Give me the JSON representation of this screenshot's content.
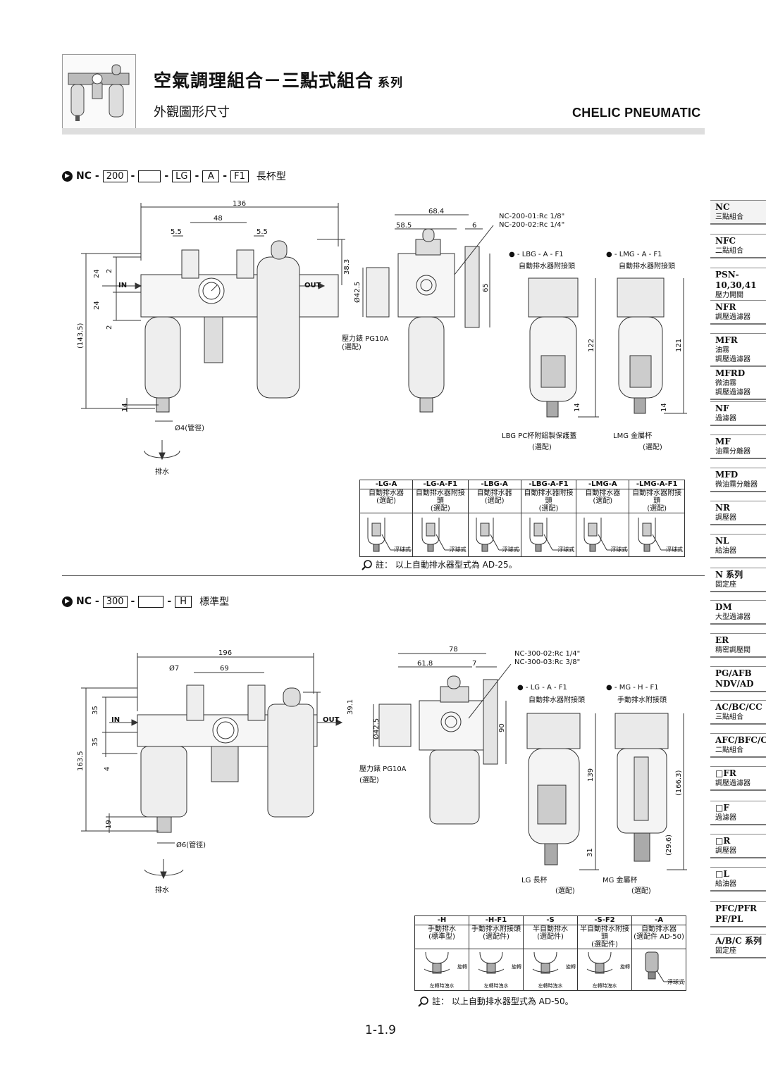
{
  "header": {
    "title": "空氣調理組合－三點式組合",
    "title_suffix": "系列",
    "subtitle": "外觀圖形尺寸",
    "brand": "CHELIC PNEUMATIC"
  },
  "section1": {
    "model_parts": [
      "NC -",
      "200",
      "-",
      "",
      "-",
      "LG",
      "-",
      "A",
      "-",
      "F1",
      "長杯型"
    ],
    "dims": {
      "d136": "136",
      "d48": "48",
      "d55a": "5.5",
      "d55b": "5.5",
      "d383": "38.3",
      "d24a": "24",
      "d24b": "24",
      "d2a": "2",
      "d2b": "2",
      "d1435": "(143.5)",
      "d14": "14",
      "in": "IN",
      "out": "OUT",
      "tube": "Ø4(管徑)",
      "drain": "排水",
      "d684": "68.4",
      "d585": "58.5",
      "d6": "6",
      "d425": "Ø42.5",
      "d65": "65",
      "port1": "NC-200-01:Rc 1/8\"",
      "port2": "NC-200-02:Rc 1/4\"",
      "gauge": "壓力錶 PG10A",
      "gauge_opt": "(選配)"
    },
    "variant_left": {
      "code": "● - LBG - A - F1",
      "label": "自動排水器附接頭",
      "height": "122",
      "bottom": "14",
      "caption": "LBG PC杯附鋁製保護蓋",
      "caption2": "(選配)"
    },
    "variant_right": {
      "code": "● - LMG - A - F1",
      "label": "自動排水器附接頭",
      "height": "121",
      "bottom": "14",
      "caption": "LMG 金屬杯",
      "caption2": "(選配)"
    },
    "table": {
      "headers": [
        "-LG-A",
        "-LG-A-F1",
        "-LBG-A",
        "-LBG-A-F1",
        "-LMG-A",
        "-LMG-A-F1"
      ],
      "line1": [
        "自動排水器",
        "自動排水器附接頭",
        "自動排水器",
        "自動排水器附接頭",
        "自動排水器",
        "自動排水器附接頭"
      ],
      "line2": [
        "(選配)",
        "(選配)",
        "(選配)",
        "(選配)",
        "(選配)",
        "(選配)"
      ],
      "float_label": "浮球式"
    },
    "note": "註： 以上自動排水器型式為 AD-25。"
  },
  "section2": {
    "model_parts": [
      "NC -",
      "300",
      "-",
      "",
      "-",
      "H",
      "標準型"
    ],
    "dims": {
      "d196": "196",
      "d7": "Ø7",
      "d69": "69",
      "d35a": "35",
      "d35b": "35",
      "d4": "4",
      "d1635": "163.5",
      "d19": "19",
      "d391": "39.1",
      "in": "IN",
      "out": "OUT",
      "tube": "Ø6(管徑)",
      "drain": "排水",
      "d78": "78",
      "d618": "61.8",
      "d7b": "7",
      "d425": "Ø42.5",
      "d90": "90",
      "port1": "NC-300-02:Rc 1/4\"",
      "port2": "NC-300-03:Rc 3/8\"",
      "gauge": "壓力錶 PG10A",
      "gauge_opt": "(選配)"
    },
    "variant_left": {
      "code": "● - LG - A - F1",
      "label": "自動排水器附接頭",
      "height": "139",
      "bottom": "31",
      "caption": "LG 長杯",
      "caption2": "(選配)"
    },
    "variant_right": {
      "code": "● - MG - H - F1",
      "label": "手動排水附接頭",
      "height": "(166.3)",
      "bottom": "(29.6)",
      "caption": "MG 金屬杯",
      "caption2": "(選配)"
    },
    "table": {
      "headers": [
        "-H",
        "-H-F1",
        "-S",
        "-S-F2",
        "-A"
      ],
      "line1": [
        "手動排水",
        "手動排水附接頭",
        "半自動排水",
        "半自動排水附接頭",
        "自動排水器"
      ],
      "line2": [
        "(標準型)",
        "(選配件)",
        "(選配件)",
        "(選配件)",
        "(選配件 AD-50)"
      ],
      "rotate": "旋轉",
      "left_turn": "左轉時洩水",
      "float_label": "浮球式"
    },
    "note": "註： 以上自動排水器型式為 AD-50。"
  },
  "nav": [
    {
      "code": "NC",
      "desc": "三點組合"
    },
    {
      "code": "NFC",
      "desc": "二點組合"
    },
    {
      "code": "PSN-10,30,41",
      "desc": "壓力開關"
    },
    {
      "code": "NFR",
      "desc": "調壓過濾器"
    },
    {
      "code": "MFR",
      "desc": "油霧\n調壓過濾器"
    },
    {
      "code": "MFRD",
      "desc": "微油霧\n調壓過濾器"
    },
    {
      "code": "NF",
      "desc": "過濾器"
    },
    {
      "code": "MF",
      "desc": "油霧分離器"
    },
    {
      "code": "MFD",
      "desc": "微油霧分離器"
    },
    {
      "code": "NR",
      "desc": "調壓器"
    },
    {
      "code": "NL",
      "desc": "給油器"
    },
    {
      "code": "N 系列",
      "desc": "固定座"
    },
    {
      "code": "DM",
      "desc": "大型過濾器"
    },
    {
      "code": "ER",
      "desc": "精密調壓閥"
    },
    {
      "code": "PG/AFB\nNDV/AD",
      "desc": ""
    },
    {
      "code": "AC/BC/CC",
      "desc": "三點組合"
    },
    {
      "code": "AFC/BFC/CFC",
      "desc": "二點組合"
    },
    {
      "code": "□FR",
      "desc": "調壓過濾器"
    },
    {
      "code": "□F",
      "desc": "過濾器"
    },
    {
      "code": "□R",
      "desc": "調壓器"
    },
    {
      "code": "□L",
      "desc": "給油器"
    },
    {
      "code": "PFC/PFR\nPF/PL",
      "desc": ""
    },
    {
      "code": "A/B/C 系列",
      "desc": "固定座"
    }
  ],
  "page_number": "1-1.9"
}
